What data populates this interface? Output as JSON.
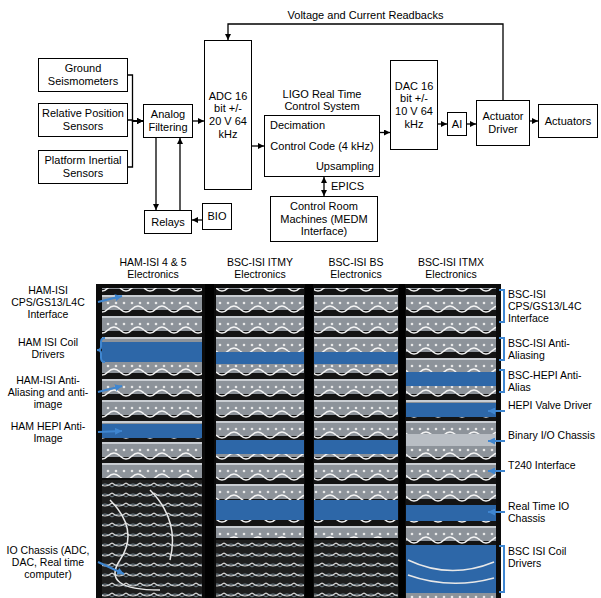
{
  "diagram": {
    "nodes": [
      {
        "text": [
          "Ground Seismometers"
        ]
      },
      {
        "text": [
          "Relative Position Sensors"
        ]
      },
      {
        "text": [
          "Platform Inertial Sensors"
        ]
      },
      {
        "text": [
          "Analog Filtering"
        ]
      },
      {
        "text": [
          "Relays"
        ]
      },
      {
        "text": [
          "BIO"
        ]
      },
      {
        "text": [
          "ADC 16 bit +/- 20 V 64 kHz"
        ]
      },
      {
        "text": [
          "LIGO Real Time Control System",
          "Decimation",
          "Control Code (4 kHz)",
          "Upsampling"
        ]
      },
      {
        "text": [
          "Control Room Machines (MEDM Interface)"
        ]
      },
      {
        "text": [
          "DAC 16 bit +/- 10 V 64 kHz"
        ]
      },
      {
        "text": [
          "AI"
        ]
      },
      {
        "text": [
          "Actuator Driver"
        ]
      },
      {
        "text": [
          "Actuators"
        ]
      }
    ],
    "edges": [
      {
        "from": 0,
        "to": 3,
        "arrow": "to"
      },
      {
        "from": 1,
        "to": 3,
        "arrow": "to"
      },
      {
        "from": 2,
        "to": 3,
        "arrow": "to"
      },
      {
        "from": 3,
        "to": 6,
        "arrow": "to"
      },
      {
        "from": 3,
        "to": 4,
        "arrow": "to"
      },
      {
        "from": 4,
        "to": 3,
        "arrow": "to"
      },
      {
        "from": 5,
        "to": 4,
        "arrow": "to"
      },
      {
        "from": 6,
        "to": 7,
        "arrow": "to"
      },
      {
        "from": 7,
        "to": 8,
        "label": "EPICS",
        "arrow": "both"
      },
      {
        "from": 7,
        "to": 9,
        "arrow": "to"
      },
      {
        "from": 9,
        "to": 10,
        "arrow": "to"
      },
      {
        "from": 10,
        "to": 11,
        "arrow": "to"
      },
      {
        "from": 11,
        "to": 12,
        "arrow": "to"
      },
      {
        "from": 11,
        "to": 6,
        "label": "Voltage and Current Readbacks",
        "arrow": "to"
      }
    ],
    "labels": [
      "HAM-ISI 4 & 5 Electronics",
      "BSC-ISI ITMY Electronics",
      "BSC-ISI BS Electronics",
      "BSC-ISI ITMX Electronics",
      "HAM-ISI CPS/GS13/L4C Interface",
      "HAM ISI Coil Drivers",
      "HAM-ISI Anti-Aliasing and anti-image",
      "HAM HEPI Anti-Image",
      "IO Chassis (ADC, DAC, Real time computer)",
      "BSC-ISI CPS/GS13/L4C Interface",
      "BSC-ISI Anti-Aliasing",
      "BSC-HEPI Anti-Alias",
      "HEPI Valve Driver",
      "Binary I/O Chassis",
      "T240 Interface",
      "Real Time IO Chassis",
      "BSC ISI Coil Drivers"
    ]
  }
}
